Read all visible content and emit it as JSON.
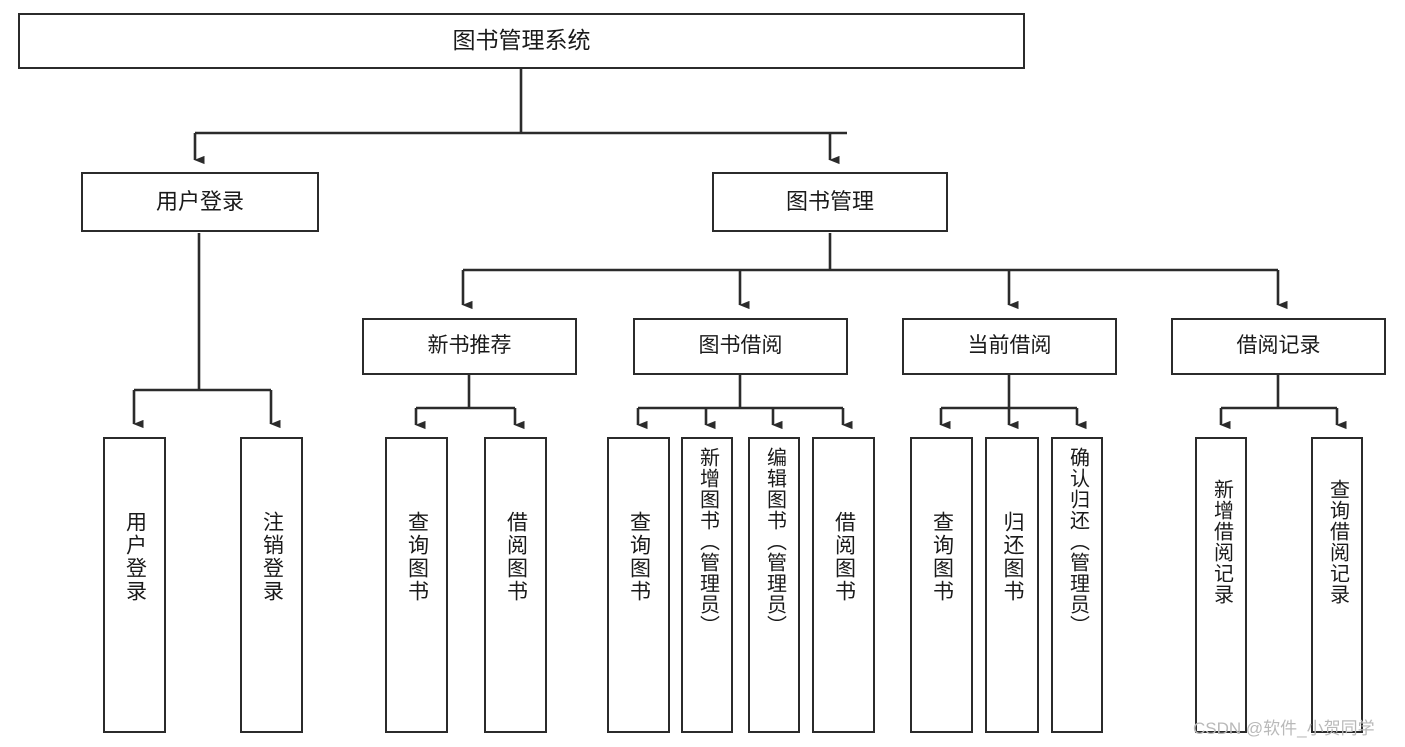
{
  "diagram": {
    "type": "tree",
    "title": "图书管理系统",
    "orientation": "top-down",
    "colors": {
      "box_border": "#2b2b2b",
      "box_fill": "#ffffff",
      "edge": "#2b2b2b",
      "text": "#1a1a1a",
      "watermark": "#b9b9b9",
      "background": "#ffffff"
    },
    "nodes": {
      "root": {
        "label": "图书管理系统"
      },
      "level2": [
        {
          "id": "user-login",
          "label": "用户登录"
        },
        {
          "id": "book-manage",
          "label": "图书管理"
        }
      ],
      "level3": [
        {
          "id": "new-book-recommend",
          "label": "新书推荐"
        },
        {
          "id": "book-borrow",
          "label": "图书借阅"
        },
        {
          "id": "current-borrow",
          "label": "当前借阅"
        },
        {
          "id": "borrow-record",
          "label": "借阅记录"
        }
      ],
      "leaves": {
        "user-login": [
          {
            "id": "leaf-user-login",
            "label": "用户登录"
          },
          {
            "id": "leaf-logout",
            "label": "注销登录"
          }
        ],
        "new-book-recommend": [
          {
            "id": "leaf-query-book-1",
            "label": "查询图书"
          },
          {
            "id": "leaf-borrow-book-1",
            "label": "借阅图书"
          }
        ],
        "book-borrow": [
          {
            "id": "leaf-query-book-2",
            "label": "查询图书"
          },
          {
            "id": "leaf-add-book",
            "label": "新增图书（管理员）"
          },
          {
            "id": "leaf-edit-book",
            "label": "编辑图书（管理员）"
          },
          {
            "id": "leaf-borrow-book-2",
            "label": "借阅图书"
          }
        ],
        "current-borrow": [
          {
            "id": "leaf-query-book-3",
            "label": "查询图书"
          },
          {
            "id": "leaf-return-book",
            "label": "归还图书"
          },
          {
            "id": "leaf-confirm-return",
            "label": "确认归还（管理员）"
          }
        ],
        "borrow-record": [
          {
            "id": "leaf-add-record",
            "label": "新增借阅记录"
          },
          {
            "id": "leaf-query-record",
            "label": "查询借阅记录"
          }
        ]
      }
    },
    "watermark": "CSDN @软件_小贺同学"
  }
}
